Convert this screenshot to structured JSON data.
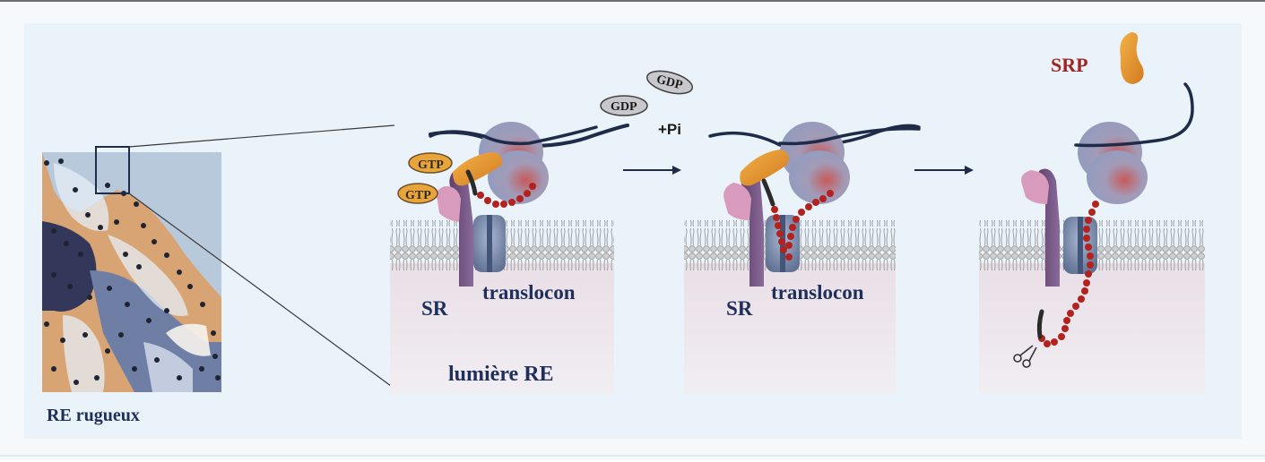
{
  "labels": {
    "re_rugueux": "RE rugueux",
    "lumiere_re": "lumière RE",
    "sr": "SR",
    "translocon": "translocon",
    "srp": "SRP",
    "gdp": "GDP",
    "gtp": "GTP",
    "pi": "+Pi"
  },
  "colors": {
    "membrane": "#b9b9b9",
    "ribosome": "#9aa6c4",
    "srp": "#e79a36",
    "sr": "#6d4a78",
    "peptide": "#b2231f",
    "mrna": "#1e2c4a",
    "text": "#1f2f5c",
    "srp_text": "#a12424"
  }
}
